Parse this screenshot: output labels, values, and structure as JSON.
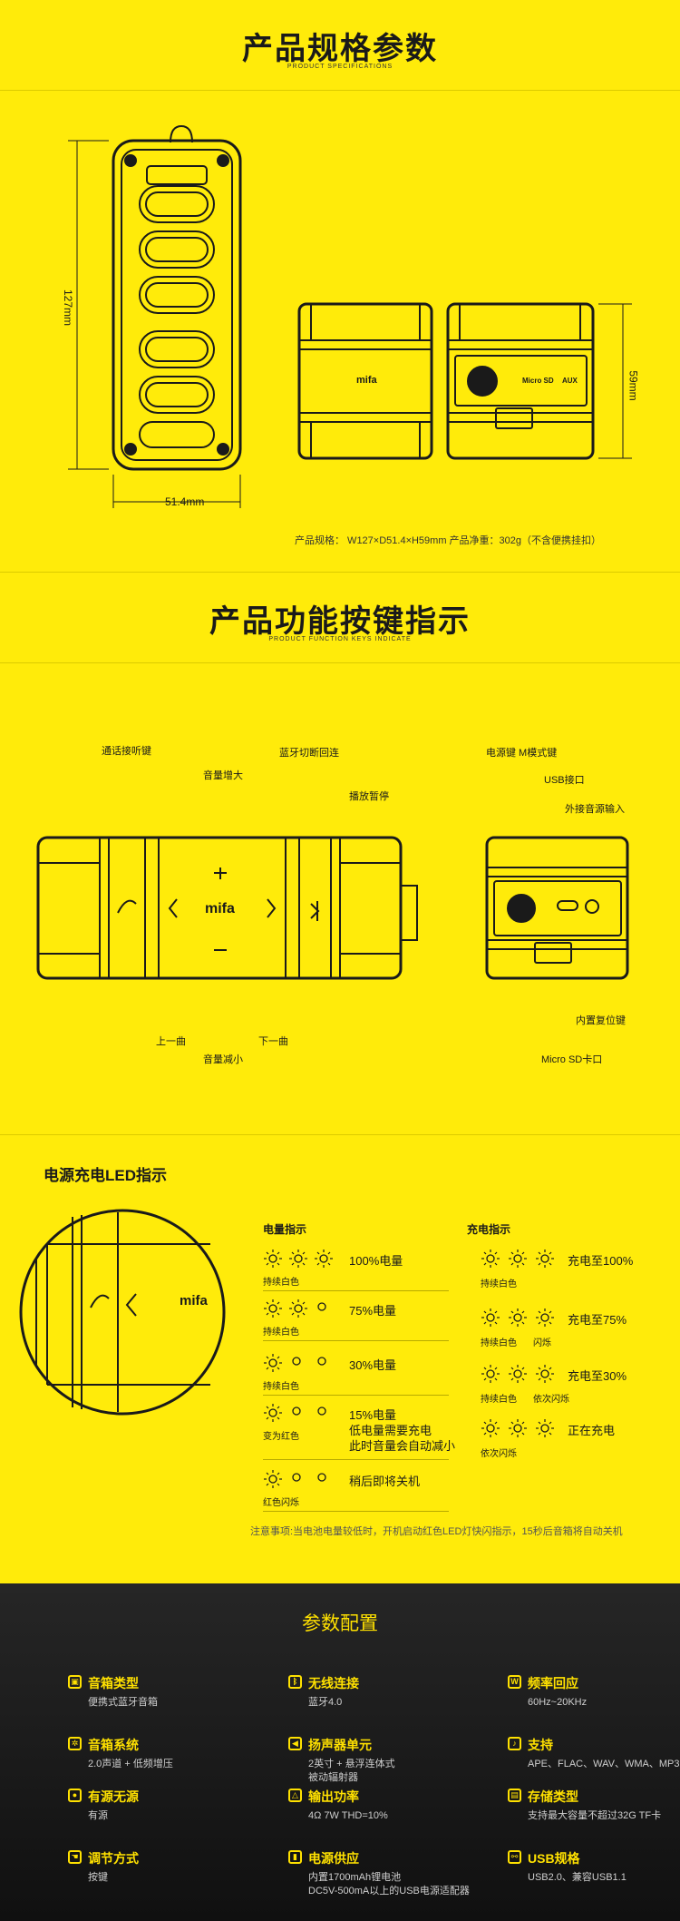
{
  "colors": {
    "yellow": "#ffeb0a",
    "dark": "#1a1a1a",
    "accent": "#ffe100"
  },
  "specs": {
    "title": "产品规格参数",
    "subtitle": "PRODUCT SPECIFICATIONS",
    "height_label": "127mm",
    "width_label": "51.4mm",
    "depth_label": "59mm",
    "brand": "mifa",
    "micro_sd": "Micro SD",
    "aux": "AUX",
    "footer": "产品规格： W127×D51.4×H59mm 产品净重：302g（不含便携挂扣）"
  },
  "keys": {
    "title": "产品功能按键指示",
    "subtitle": "PRODUCT FUNCTION KEYS INDICATE",
    "call": "通话接听键",
    "vol_up": "音量增大",
    "bt": "蓝牙切断回连",
    "play": "播放暂停",
    "prev": "上一曲",
    "vol_down": "音量减小",
    "next": "下一曲",
    "power": "电源键 M模式键",
    "usb": "USB接口",
    "aux_in": "外接音源输入",
    "reset": "内置复位键",
    "sd": "Micro SD卡口",
    "brand": "mifa"
  },
  "led": {
    "title": "电源充电LED指示",
    "battery": {
      "title": "电量指示",
      "rows": [
        {
          "text": "100%电量",
          "sub": "持续白色"
        },
        {
          "text": "75%电量",
          "sub": "持续白色"
        },
        {
          "text": "30%电量",
          "sub": "持续白色"
        },
        {
          "text": "15%电量",
          "text2": "低电量需要充电",
          "text3": "此时音量会自动减小",
          "sub": "变为红色"
        },
        {
          "text": "稍后即将关机",
          "sub": "红色闪烁"
        }
      ]
    },
    "charge": {
      "title": "充电指示",
      "rows": [
        {
          "text": "充电至100%",
          "sub": "持续白色"
        },
        {
          "text": "充电至75%",
          "sub": "持续白色",
          "sub2": "闪烁"
        },
        {
          "text": "充电至30%",
          "sub": "持续白色",
          "sub2": "依次闪烁"
        },
        {
          "text": "正在充电",
          "sub": "依次闪烁"
        }
      ]
    },
    "note": "注意事项:当电池电量较低时，开机启动红色LED灯快闪指示，15秒后音箱将自动关机",
    "brand": "mifa"
  },
  "params": {
    "title": "参数配置",
    "items": [
      {
        "icon": "speaker-icon",
        "label": "音箱类型",
        "value": "便携式蓝牙音箱"
      },
      {
        "icon": "bluetooth-icon",
        "label": "无线连接",
        "value": "蓝牙4.0"
      },
      {
        "icon": "waveform-icon",
        "label": "频率回应",
        "value": "60Hz~20KHz"
      },
      {
        "icon": "gear-icon",
        "label": "音箱系统",
        "value": "2.0声道 + 低频增压"
      },
      {
        "icon": "volume-icon",
        "label": "扬声器单元",
        "value": "2英寸 + 悬浮连体式",
        "value2": "被动辐射器"
      },
      {
        "icon": "music-note-icon",
        "label": "支持",
        "value": "APE、FLAC、WAV、WMA、MP3"
      },
      {
        "icon": "power-source-icon",
        "label": "有源无源",
        "value": "有源"
      },
      {
        "icon": "output-icon",
        "label": "输出功率",
        "value": "4Ω  7W  THD=10%"
      },
      {
        "icon": "storage-icon",
        "label": "存储类型",
        "value": "支持最大容量不超过32G TF卡"
      },
      {
        "icon": "hand-icon",
        "label": "调节方式",
        "value": "按键"
      },
      {
        "icon": "battery-icon",
        "label": "电源供应",
        "value": "内置1700mAh锂电池",
        "value2": "DC5V-500mA以上的USB电源适配器"
      },
      {
        "icon": "usb-icon",
        "label": "USB规格",
        "value": "USB2.0、兼容USB1.1"
      }
    ]
  }
}
